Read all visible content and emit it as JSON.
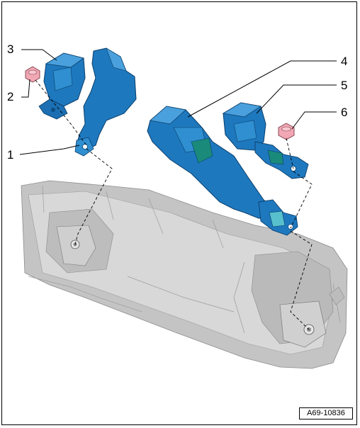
{
  "figure": {
    "reference_code": "A69-10836",
    "callouts": [
      "1",
      "2",
      "3",
      "4",
      "5",
      "6"
    ]
  },
  "colors": {
    "part_blue": "#1e78be",
    "part_dark": "#0d4f85",
    "part_light": "#4aa0dc",
    "nut_pink": "#f2a7b4",
    "floor_gray": "#b9b9b9",
    "floor_light": "#d8d8d8"
  }
}
